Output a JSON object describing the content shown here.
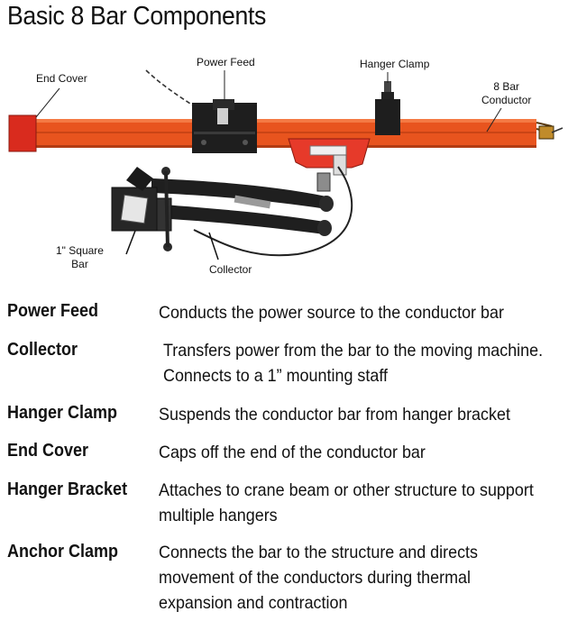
{
  "title": "Basic 8 Bar Components",
  "labels": {
    "power_feed": "Power Feed",
    "hanger_clamp": "Hanger Clamp",
    "end_cover": "End Cover",
    "conductor": [
      "8 Bar",
      "Conductor"
    ],
    "square_bar": [
      "1\" Square",
      "Bar"
    ],
    "collector": "Collector"
  },
  "components": [
    {
      "term": "Power Feed",
      "lines": [
        "Conducts the power source to the conductor bar"
      ]
    },
    {
      "term": "Collector",
      "lines": [
        "Transfers power from the bar to the moving machine.",
        "Connects to a 1” mounting staff"
      ]
    },
    {
      "term": "Hanger Clamp",
      "lines": [
        "Suspends the conductor bar from hanger bracket"
      ]
    },
    {
      "term": "End Cover",
      "lines": [
        "Caps off the end of the conductor bar"
      ]
    },
    {
      "term": "Hanger Bracket",
      "lines": [
        "Attaches to crane beam or other structure to support",
        "multiple hangers"
      ]
    },
    {
      "term": "Anchor Clamp",
      "lines": [
        "Connects the bar to the structure and directs",
        "movement of the conductors during thermal",
        "expansion and contraction"
      ]
    }
  ],
  "colors": {
    "bar": "#e8541e",
    "end_cover": "#d92b1e",
    "collector_shoe": "#e63a2a",
    "hardware": "#1e1e1e"
  }
}
